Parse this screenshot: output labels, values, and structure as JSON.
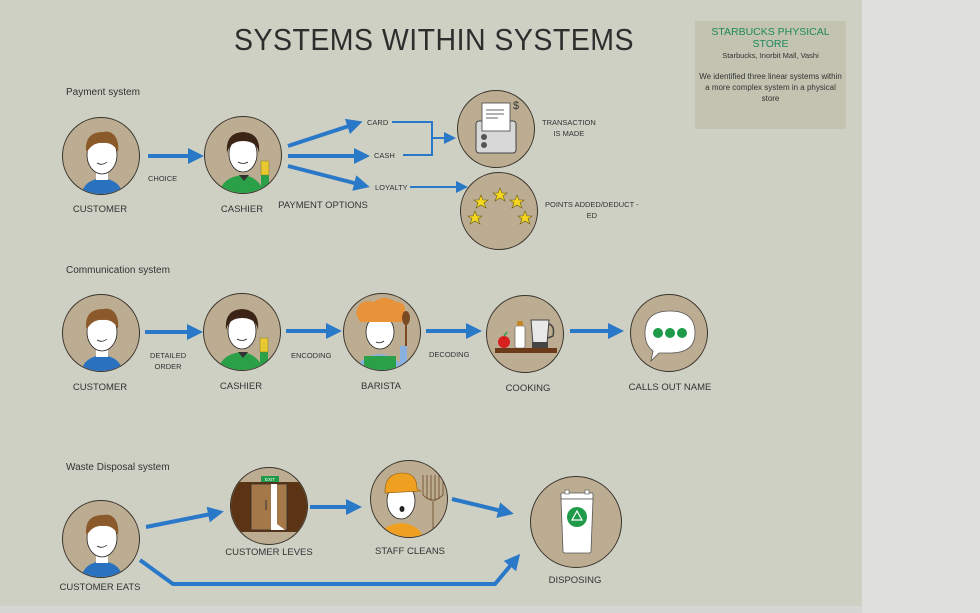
{
  "title": "SYSTEMS WITHIN SYSTEMS",
  "infobox": {
    "heading": "STARBUCKS PHYSICAL STORE",
    "subheading": "Starbucks, Inorbit Mall, Vashi",
    "description": "We identified three linear systems within a more complex system in a physical store"
  },
  "colors": {
    "arrow": "#2a78c8",
    "accent": "#1e8a5a",
    "node_fill": "#bcad92"
  },
  "payment": {
    "title": "Payment system",
    "nodes": {
      "customer": "CUSTOMER",
      "cashier": "CASHIER",
      "transaction": "TRANSACTION\nIS MADE",
      "points": "POINTS ADDED/DEDUCT -\nED"
    },
    "edge_choice": "CHOICE",
    "payment_options": "PAYMENT OPTIONS",
    "options": [
      "CARD",
      "CASH",
      "LOYALTY"
    ],
    "icons": {
      "dollar": "$"
    }
  },
  "communication": {
    "title": "Communication system",
    "nodes": [
      "CUSTOMER",
      "CASHIER",
      "BARISTA",
      "COOKING",
      "CALLS OUT NAME"
    ],
    "edges": [
      "DETAILED\nORDER",
      "ENCODING",
      "DECODING"
    ]
  },
  "waste": {
    "title": "Waste Disposal system",
    "nodes": [
      "CUSTOMER EATS",
      "CUSTOMER LEVES",
      "STAFF CLEANS",
      "DISPOSING"
    ],
    "exit_sign": "EXIT"
  }
}
